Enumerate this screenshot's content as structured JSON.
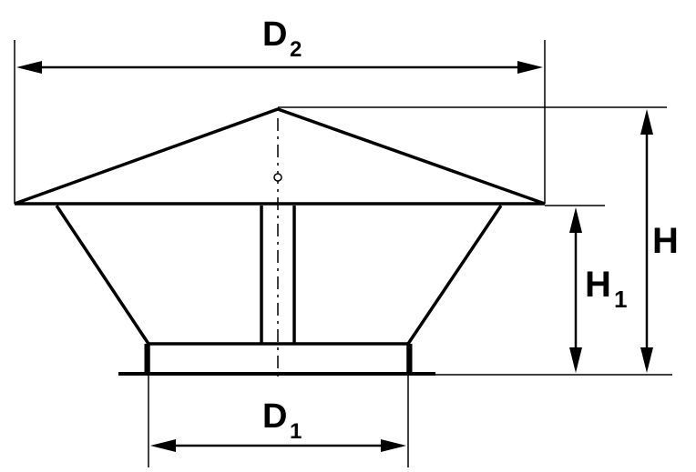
{
  "labels": {
    "d2_main": "D",
    "d2_sub": "2",
    "d1_main": "D",
    "d1_sub": "1",
    "h": "H",
    "h1_main": "H",
    "h1_sub": "1"
  }
}
